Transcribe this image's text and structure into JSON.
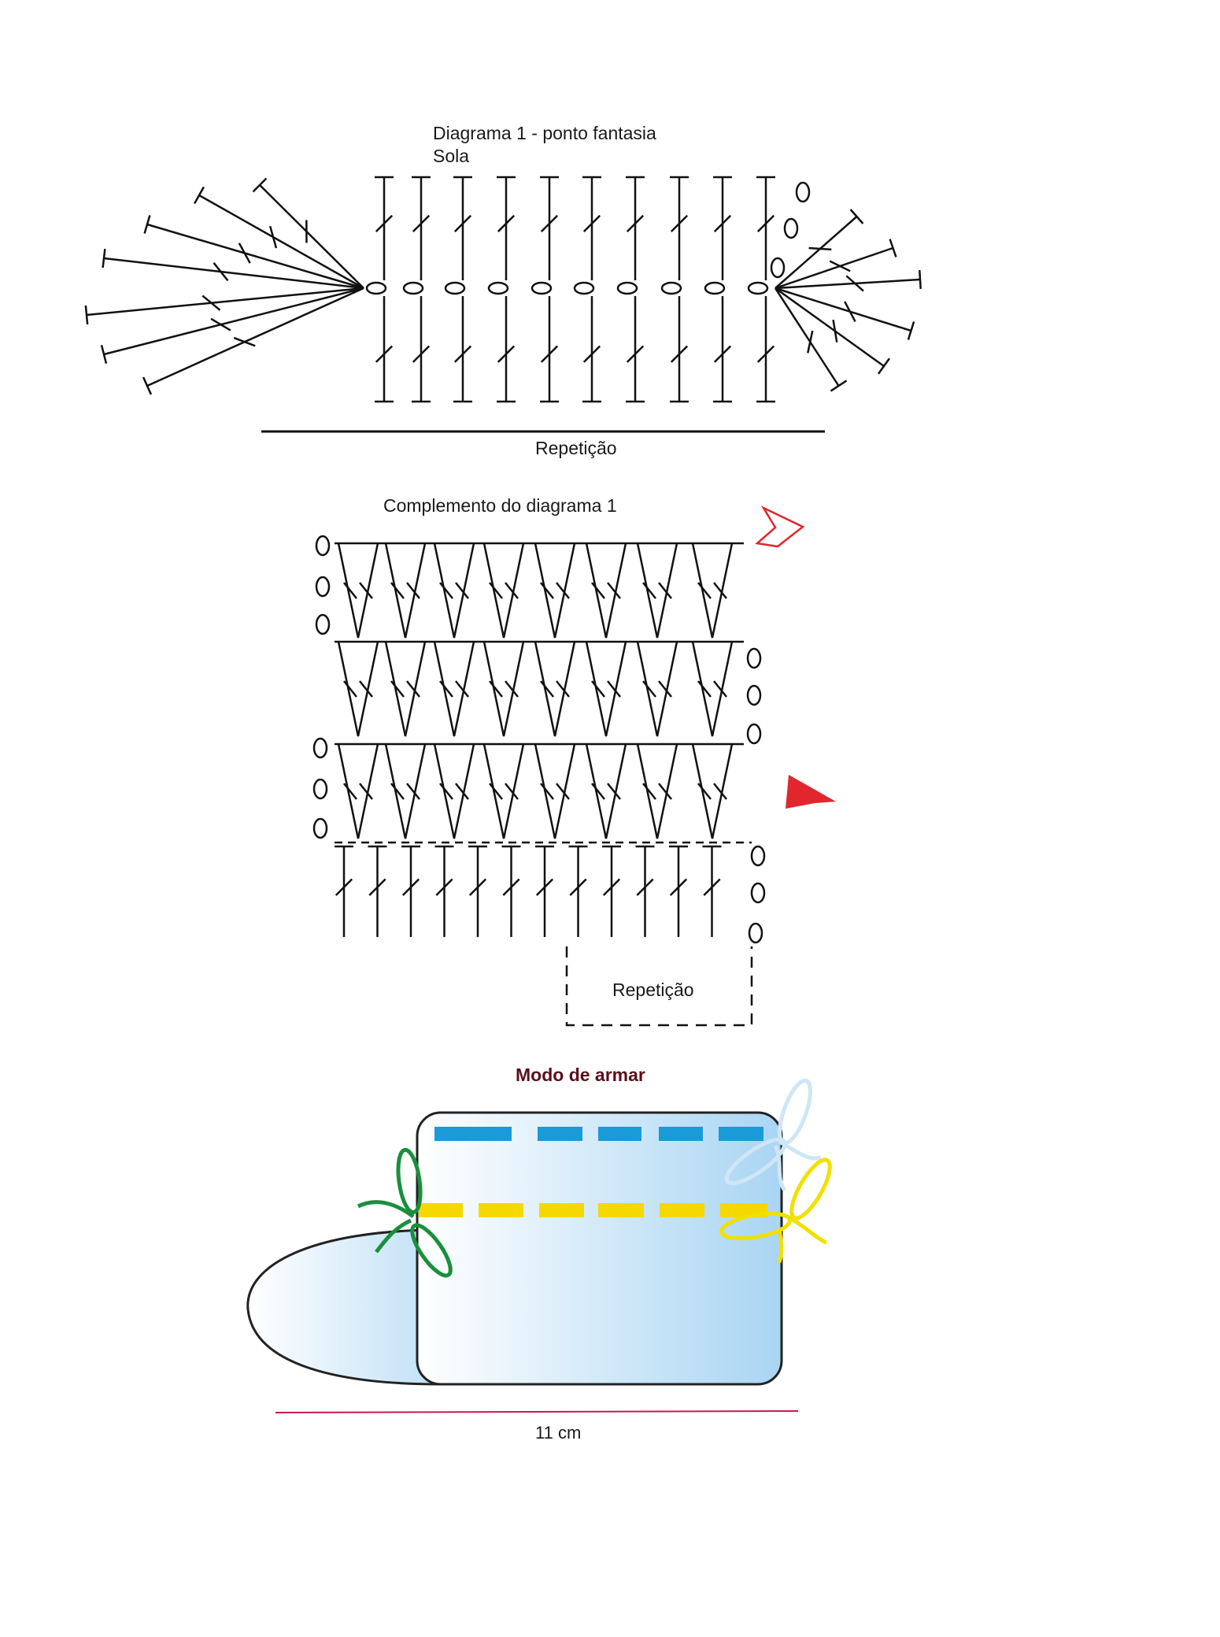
{
  "diagram1": {
    "title": "Diagrama 1 - ponto fantasia",
    "subtitle": "Sola",
    "repeat_label": "Repetição"
  },
  "complement": {
    "title": "Complemento do diagrama 1",
    "repeat_label": "Repetição"
  },
  "assembly": {
    "title": "Modo de armar",
    "measure_label": "11 cm",
    "colors": {
      "blue_stitch": "#1a9ad6",
      "yellow_stitch": "#f5d800",
      "green_tie": "#1a8f3c",
      "yellow_tie": "#f2e000",
      "pale_tie": "#cfe6f6",
      "measure_line": "#c8194a",
      "red_arrow": "#e1262d"
    }
  }
}
